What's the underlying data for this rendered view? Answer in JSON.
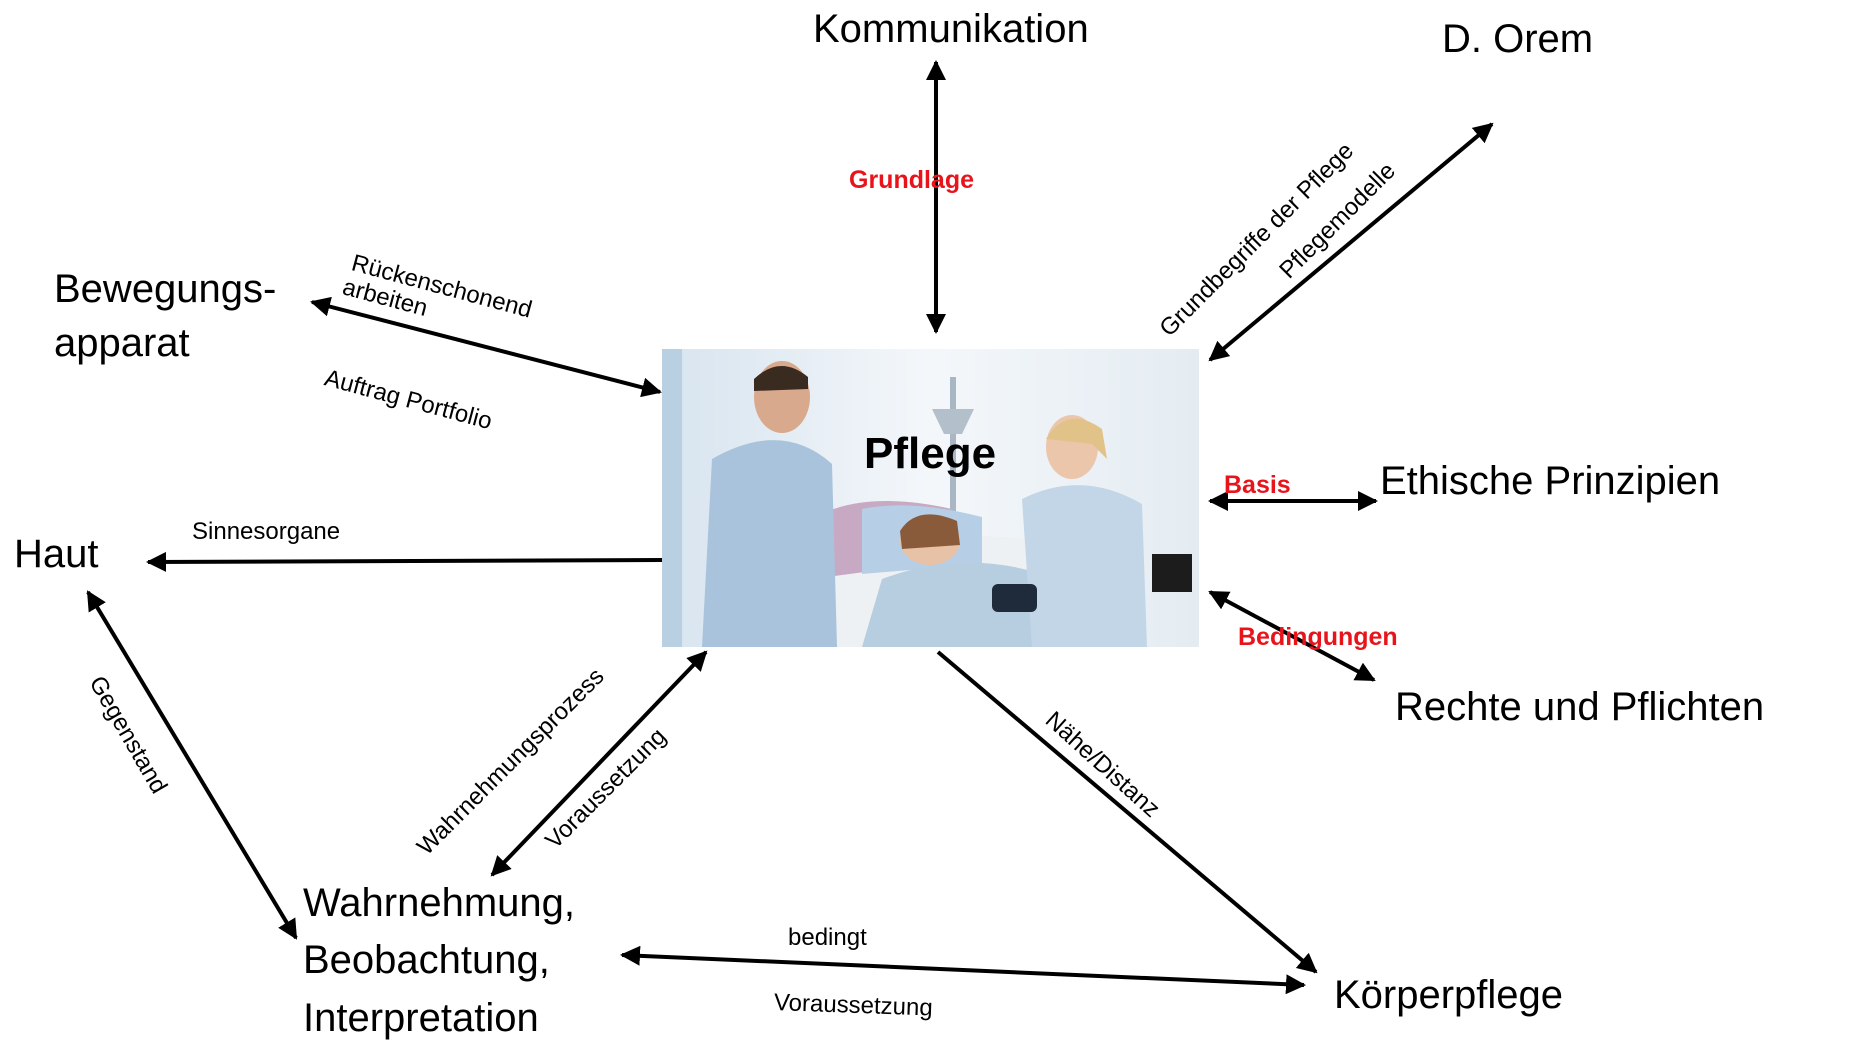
{
  "colors": {
    "line": "#000000",
    "highlight": "#e8141b"
  },
  "center": {
    "title": "Pflege",
    "photo_icon": "nurses-with-patient-photo"
  },
  "nodes": {
    "kommunikation": "Kommunikation",
    "orem": "D. Orem",
    "bewegung_1": "Bewegungs-",
    "bewegung_2": "apparat",
    "ethik": "Ethische Prinzipien",
    "haut": "Haut",
    "rechte": "Rechte und Pflichten",
    "wahrnehmung_1": "Wahrnehmung,",
    "wahrnehmung_2": "Beobachtung,",
    "wahrnehmung_3": "Interpretation",
    "koerperpflege": "Körperpflege"
  },
  "edge_labels": {
    "grundlage": "Grundlage",
    "basis": "Basis",
    "bedingungen": "Bedingungen",
    "grundbegriffe": "Grundbegriffe der Pflege",
    "pflegemodelle": "Pflegemodelle",
    "rueckenschonend": "Rückenschonend",
    "arbeiten": "arbeiten",
    "auftrag": "Auftrag Portfolio",
    "sinnesorgane": "Sinnesorgane",
    "gegenstand": "Gegenstand",
    "wahrnehmungsprozess": "Wahrnehmungsprozess",
    "voraussetzung_1": "Voraussetzung",
    "naehe": "Nähe/Distanz",
    "bedingt": "bedingt",
    "voraussetzung_2": "Voraussetzung"
  }
}
